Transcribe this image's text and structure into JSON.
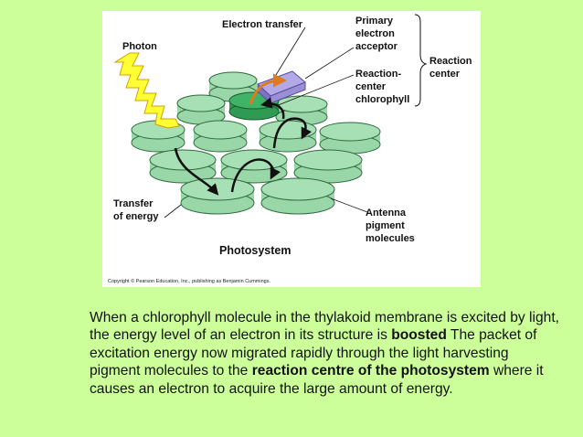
{
  "figure": {
    "labels": {
      "electron_transfer": "Electron transfer",
      "primary_electron_acceptor": [
        "Primary",
        "electron",
        "acceptor"
      ],
      "photon": "Photon",
      "reaction_center": [
        "Reaction",
        "center"
      ],
      "reaction_center_chlorophyll": [
        "Reaction-",
        "center",
        "chlorophyll"
      ],
      "transfer_of_energy": [
        "Transfer",
        "of energy"
      ],
      "antenna_pigment_molecules": [
        "Antenna",
        "pigment",
        "molecules"
      ],
      "photosystem": "Photosystem"
    },
    "copyright": "Copyright © Pearson Education, Inc., publishing as Benjamin Cummings.",
    "colors": {
      "disc_fill": "#99d6a8",
      "disc_stroke": "#2f6b3e",
      "reaction_disc": "#2e9a52",
      "acceptor": "#9a8fd6",
      "photon": "#ffff33",
      "transfer_arrow": "#e07a1e"
    }
  },
  "caption": {
    "p1": "When a chlorophyll molecule in the thylakoid membrane is excited by light, the energy level of an electron in its structure is ",
    "b1": "boosted",
    "p2": " The packet of excitation energy now migrated rapidly through the light harvesting pigment molecules to the ",
    "b2": "reaction centre of the photosystem",
    "p3": " where it causes an electron to acquire the large amount of energy."
  }
}
